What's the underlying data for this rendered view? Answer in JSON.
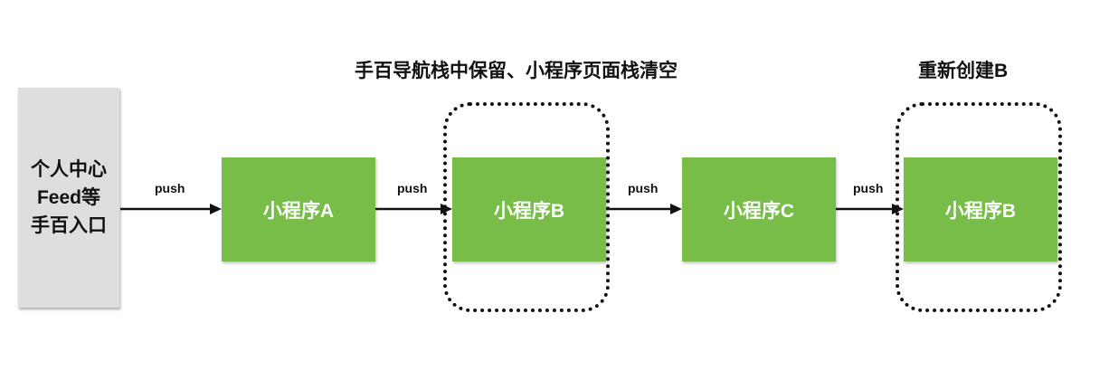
{
  "headings": {
    "retain_clear": "手百导航栈中保留、小程序页面栈清空",
    "recreate": "重新创建B"
  },
  "entry": {
    "line1": "个人中心",
    "line2": "Feed等",
    "line3": "手百入口"
  },
  "nodes": [
    {
      "label": "小程序A"
    },
    {
      "label": "小程序B"
    },
    {
      "label": "小程序C"
    },
    {
      "label": "小程序B"
    }
  ],
  "edges": [
    {
      "label": "push"
    },
    {
      "label": "push"
    },
    {
      "label": "push"
    },
    {
      "label": "push"
    }
  ],
  "colors": {
    "node_fill": "#77bd48",
    "entry_fill": "#dedee0",
    "arrow": "#111111"
  }
}
